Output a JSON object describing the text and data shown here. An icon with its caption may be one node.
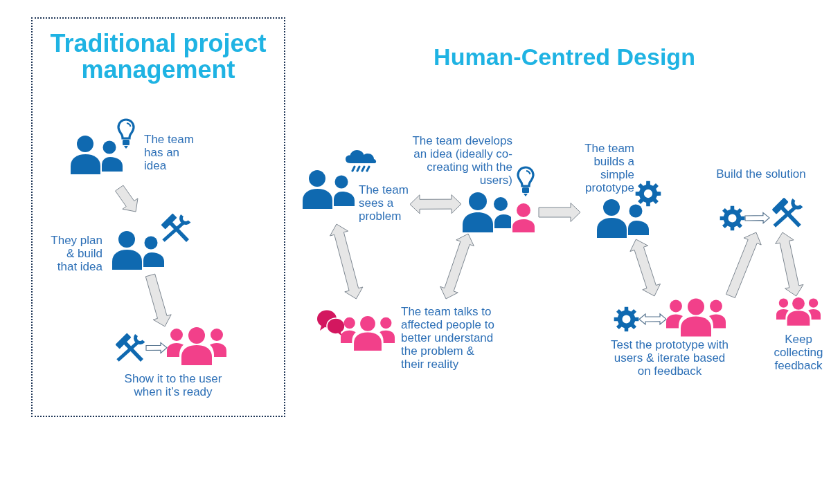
{
  "diagram": {
    "title": "Human-Centred Design",
    "nodes": [
      {
        "text": [
          "Traditional project management"
        ]
      },
      {
        "text": [
          "The team has an idea"
        ],
        "in": 0
      },
      {
        "text": [
          "They plan & build that idea"
        ],
        "in": 0
      },
      {
        "text": [
          "Show it to the user when it’s ready"
        ],
        "in": 0
      },
      {
        "text": [],
        "shape": "picture",
        "in": 3
      },
      {
        "text": [],
        "shape": "picture",
        "in": 3
      },
      {
        "text": [
          "The team sees a problem"
        ]
      },
      {
        "text": [
          "The team develops an idea (ideally co-creating with the users)"
        ]
      },
      {
        "text": [
          "The team builds a simple prototype"
        ]
      },
      {
        "text": [
          "The team talks to affected people to better understand the problem & their reality"
        ]
      },
      {
        "text": [
          "Test the prototype with users & iterate based on feedback"
        ]
      },
      {
        "text": [],
        "shape": "picture",
        "in": 10
      },
      {
        "text": [],
        "shape": "picture",
        "in": 10
      },
      {
        "text": [
          "Build the solution"
        ]
      },
      {
        "text": [],
        "shape": "picture",
        "in": 13
      },
      {
        "text": [],
        "shape": "picture",
        "in": 13
      },
      {
        "text": [
          "Keep collecting feedback"
        ]
      }
    ],
    "edges": [
      {
        "from": 1,
        "to": 2,
        "arrow": "to"
      },
      {
        "from": 2,
        "to": 3,
        "arrow": "to"
      },
      {
        "from": 4,
        "to": 5,
        "arrow": "to"
      },
      {
        "from": 6,
        "to": 7,
        "arrow": "both"
      },
      {
        "from": 6,
        "to": 9,
        "arrow": "both"
      },
      {
        "from": 9,
        "to": 7,
        "arrow": "both"
      },
      {
        "from": 7,
        "to": 8,
        "arrow": "to"
      },
      {
        "from": 8,
        "to": 10,
        "arrow": "both"
      },
      {
        "from": 11,
        "to": 12,
        "arrow": "both"
      },
      {
        "from": 10,
        "to": 13,
        "arrow": "to"
      },
      {
        "from": 13,
        "to": 16,
        "arrow": "both"
      },
      {
        "from": 14,
        "to": 15,
        "arrow": "to"
      }
    ]
  }
}
